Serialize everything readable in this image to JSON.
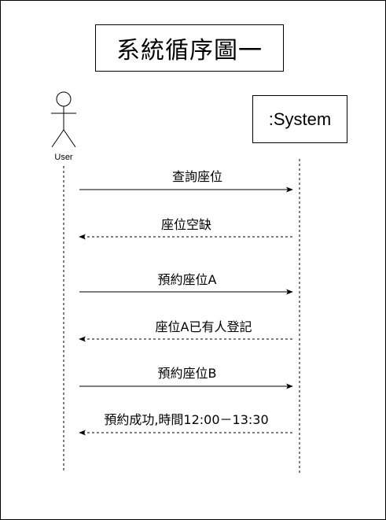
{
  "title": "系統循序圖一",
  "actor": {
    "label": "User"
  },
  "system": {
    "label": ":System"
  },
  "messages": [
    {
      "text": "查詢座位",
      "direction": "request",
      "style": "solid"
    },
    {
      "text": "座位空缺",
      "direction": "reply",
      "style": "dashed"
    },
    {
      "text": "預約座位A",
      "direction": "request",
      "style": "solid"
    },
    {
      "text": "座位A已有人登記",
      "direction": "reply",
      "style": "dashed"
    },
    {
      "text": "預約座位B",
      "direction": "request",
      "style": "solid"
    },
    {
      "text": "預約成功,時間12:00－13:30",
      "direction": "reply",
      "style": "dashed"
    }
  ]
}
